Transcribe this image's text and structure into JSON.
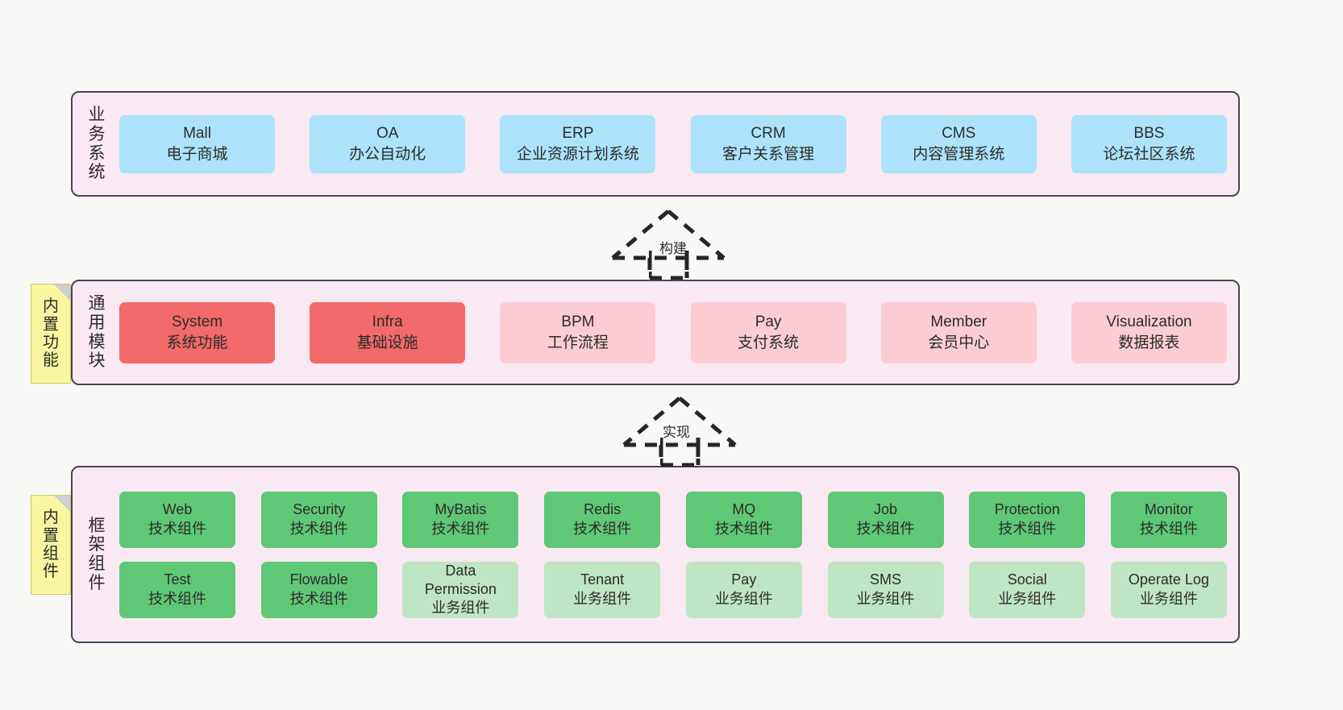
{
  "diagram": {
    "background": "#f8f8f7",
    "layers": [
      {
        "id": "business",
        "label_chars": [
          "业",
          "务",
          "系",
          "统"
        ],
        "label_text": "业务系统",
        "card_color": "#ace3fb",
        "cards": [
          {
            "title": "Mall",
            "subtitle": "电子商城"
          },
          {
            "title": "OA",
            "subtitle": "办公自动化"
          },
          {
            "title": "ERP",
            "subtitle": "企业资源计划系统"
          },
          {
            "title": "CRM",
            "subtitle": "客户关系管理"
          },
          {
            "title": "CMS",
            "subtitle": "内容管理系统"
          },
          {
            "title": "BBS",
            "subtitle": "论坛社区系统"
          }
        ]
      },
      {
        "id": "modules",
        "label_chars": [
          "通",
          "用",
          "模",
          "块"
        ],
        "label_text": "通用模块",
        "card_color_strong": "#f26a6a",
        "card_color_light": "#fbcdd2",
        "cards": [
          {
            "title": "System",
            "subtitle": "系统功能",
            "variant": "red-strong"
          },
          {
            "title": "Infra",
            "subtitle": "基础设施",
            "variant": "red-strong"
          },
          {
            "title": "BPM",
            "subtitle": "工作流程",
            "variant": "red-light"
          },
          {
            "title": "Pay",
            "subtitle": "支付系统",
            "variant": "red-light"
          },
          {
            "title": "Member",
            "subtitle": "会员中心",
            "variant": "red-light"
          },
          {
            "title": "Visualization",
            "subtitle": "数据报表",
            "variant": "red-light"
          }
        ]
      },
      {
        "id": "framework",
        "label_chars": [
          "框",
          "架",
          "组",
          "件"
        ],
        "label_text": "框架组件",
        "card_color_strong": "#5fc877",
        "card_color_light": "#bfe6c4",
        "rows": [
          [
            {
              "title": "Web",
              "subtitle": "技术组件",
              "variant": "green-strong"
            },
            {
              "title": "Security",
              "subtitle": "技术组件",
              "variant": "green-strong"
            },
            {
              "title": "MyBatis",
              "subtitle": "技术组件",
              "variant": "green-strong"
            },
            {
              "title": "Redis",
              "subtitle": "技术组件",
              "variant": "green-strong"
            },
            {
              "title": "MQ",
              "subtitle": "技术组件",
              "variant": "green-strong"
            },
            {
              "title": "Job",
              "subtitle": "技术组件",
              "variant": "green-strong"
            },
            {
              "title": "Protection",
              "subtitle": "技术组件",
              "variant": "green-strong"
            },
            {
              "title": "Monitor",
              "subtitle": "技术组件",
              "variant": "green-strong"
            }
          ],
          [
            {
              "title": "Test",
              "subtitle": "技术组件",
              "variant": "green-strong"
            },
            {
              "title": "Flowable",
              "subtitle": "技术组件",
              "variant": "green-strong"
            },
            {
              "title": "Data",
              "title2": "Permission",
              "subtitle": "业务组件",
              "variant": "green-light"
            },
            {
              "title": "Tenant",
              "subtitle": "业务组件",
              "variant": "green-light"
            },
            {
              "title": "Pay",
              "subtitle": "业务组件",
              "variant": "green-light"
            },
            {
              "title": "SMS",
              "subtitle": "业务组件",
              "variant": "green-light"
            },
            {
              "title": "Social",
              "subtitle": "业务组件",
              "variant": "green-light"
            },
            {
              "title": "Operate Log",
              "subtitle": "业务组件",
              "variant": "green-light"
            }
          ]
        ]
      }
    ],
    "notes": [
      {
        "id": "builtin-function",
        "chars": [
          "内",
          "置",
          "功",
          "能"
        ],
        "text": "内置功能",
        "color": "#faf6a0"
      },
      {
        "id": "builtin-component",
        "chars": [
          "内",
          "置",
          "组",
          "件"
        ],
        "text": "内置组件",
        "color": "#faf6a0"
      }
    ],
    "connectors": [
      {
        "id": "build",
        "label": "构建",
        "style": "dashed-generalization-up"
      },
      {
        "id": "impl",
        "label": "实现",
        "style": "dashed-generalization-up"
      }
    ]
  }
}
